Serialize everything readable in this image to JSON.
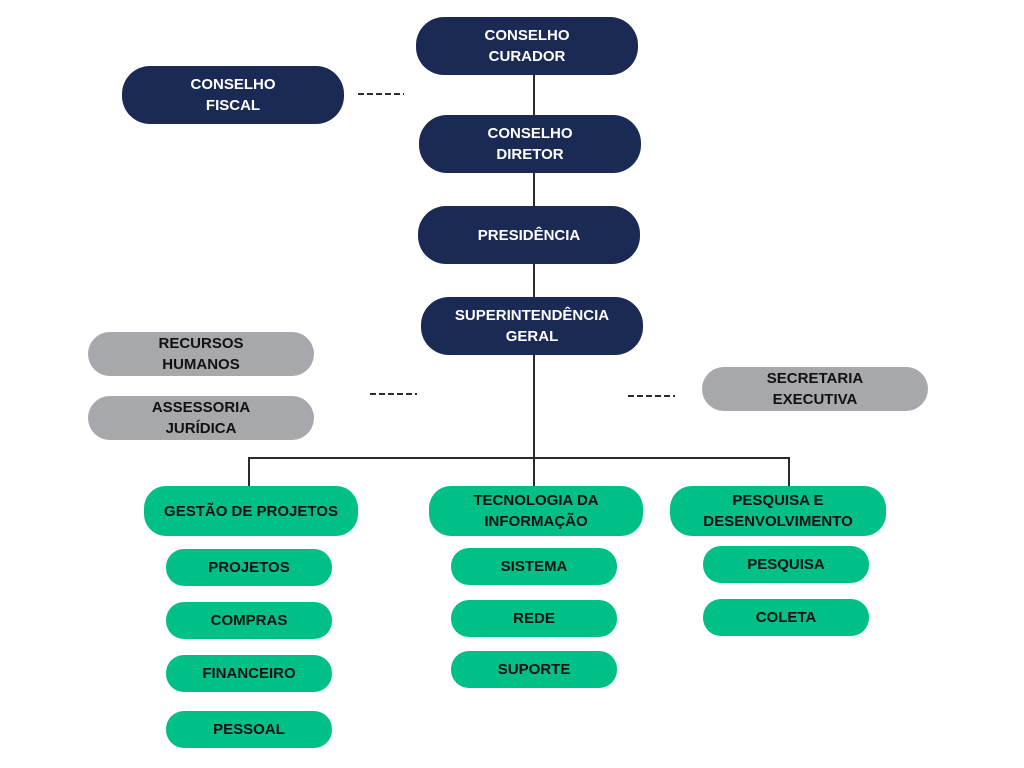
{
  "top_chain": [
    {
      "id": "conselho-curador",
      "label": "CONSELHO\nCURADOR"
    },
    {
      "id": "conselho-diretor",
      "label": "CONSELHO\nDIRETOR"
    },
    {
      "id": "presidencia",
      "label": "PRESIDÊNCIA"
    },
    {
      "id": "superintendencia",
      "label": "SUPERINTENDÊNCIA\nGERAL"
    }
  ],
  "side_units": {
    "conselho_fiscal": "CONSELHO\nFISCAL",
    "recursos_humanos": "RECURSOS\nHUMANOS",
    "assessoria_juridica": "ASSESSORIA\nJURÍDICA",
    "secretaria_executiva": "SECRETARIA\nEXECUTIVA"
  },
  "departments": [
    {
      "label": "GESTÃO DE  PROJETOS",
      "children": [
        "PROJETOS",
        "COMPRAS",
        "FINANCEIRO",
        "PESSOAL"
      ]
    },
    {
      "label": "TECNOLOGIA DA\nINFORMAÇÃO",
      "children": [
        "SISTEMA",
        "REDE",
        "SUPORTE"
      ]
    },
    {
      "label": "PESQUISA E\nDESENVOLVIMENTO",
      "children": [
        "PESQUISA",
        "COLETA"
      ]
    }
  ],
  "colors": {
    "navy": "#1b2a55",
    "gray": "#a7a8ab",
    "green": "#00c087",
    "line": "#2b2b2b"
  }
}
